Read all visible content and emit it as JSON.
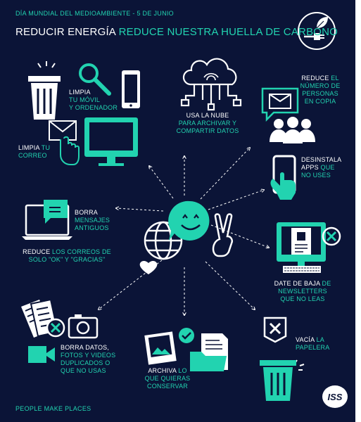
{
  "header": {
    "kicker": "DÍA MUNDIAL DEL MEDIOAMBIENTE - 5 DE JUNIO",
    "headline_white": "REDUCIR ENERGÍA",
    "headline_accent": "REDUCE NUESTRA HUELLA DE CARBONO"
  },
  "tips": {
    "clean_devices": {
      "white": "LIMPIA",
      "accent": [
        "TU MÓVIL",
        "Y ORDENADOR"
      ]
    },
    "clean_email": {
      "white": "LIMPIA",
      "accent_inline": "TU",
      "accent": [
        "CORREO"
      ]
    },
    "cloud": {
      "white": "USA LA NUBE",
      "accent": [
        "PARA ARCHIVAR Y",
        "COMPARTIR DATOS"
      ]
    },
    "cc": {
      "white": "REDUCE",
      "accent_inline": "EL",
      "accent": [
        "NÚMERO DE",
        "PERSONAS",
        "EN COPIA"
      ]
    },
    "uninstall": {
      "white_lines": [
        "DESINSTALA",
        "APPS"
      ],
      "accent_inline": "QUE",
      "accent": [
        "NO USES"
      ]
    },
    "delete_messages": {
      "white": "BORRA",
      "accent": [
        "MENSAJES",
        "ANTIGUOS"
      ]
    },
    "short_replies": {
      "white": "REDUCE",
      "accent_inline": "LOS CORREOS  DE",
      "accent": [
        "SOLO \"OK\" Y \"GRACIAS\""
      ]
    },
    "unsubscribe": {
      "white": "DATE DE BAJA",
      "accent_inline": "DE",
      "accent": [
        "NEWSLETTERS",
        "QUE NO LEAS"
      ]
    },
    "delete_data": {
      "white": "BORRA DATOS,",
      "accent": [
        "FOTOS Y VIDEOS",
        "DUPLICADOS O",
        "QUE NO USAS"
      ]
    },
    "archive": {
      "white": "ARCHIVA",
      "accent_inline": "LO",
      "accent": [
        "QUE QUIERAS",
        "CONSERVAR"
      ]
    },
    "empty_bin": {
      "white": "VACÍA",
      "accent_inline": "LA",
      "accent": [
        "PAPELERA"
      ]
    }
  },
  "footer": {
    "tagline": "PEOPLE MAKE PLACES",
    "logo": "ISS"
  },
  "icons": [
    "trash-icon",
    "magnifier-icon",
    "phone-icon",
    "monitor-icon",
    "envelope-icon",
    "cloud-network-icon",
    "people-icon",
    "chat-icon",
    "laptop-icon",
    "globe-icon",
    "smiley-icon",
    "heart-icon",
    "peace-hand-icon",
    "newsletter-monitor-icon",
    "document-icon",
    "camera-icon",
    "video-icon",
    "photo-icon",
    "folder-icon",
    "recycle-bin-icon",
    "plug-leaf-icon",
    "iss-logo"
  ],
  "colors": {
    "background": "#0b1437",
    "accent": "#22d3b0",
    "text": "#ffffff"
  }
}
